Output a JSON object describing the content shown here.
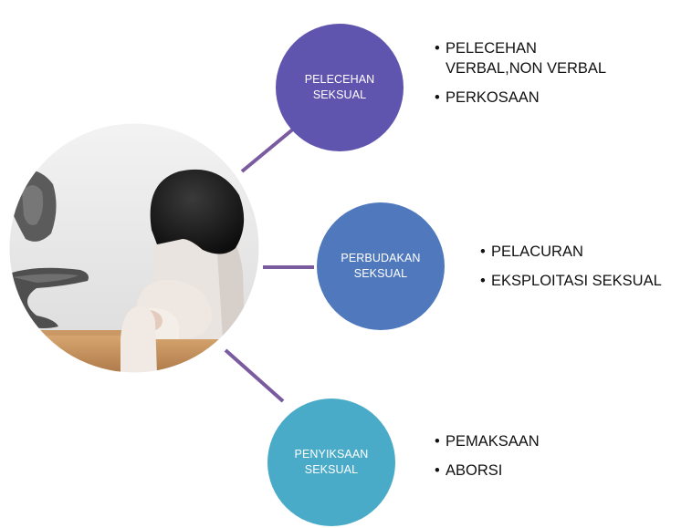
{
  "colors": {
    "node_1": "#6055AE",
    "node_2": "#5079BD",
    "node_3": "#4AABC9",
    "connector": "#7A5B9F",
    "bullet_text": "#111111"
  },
  "photo": {
    "icon": "photo-hands-child-circle"
  },
  "nodes": [
    {
      "label": "PELECEHAN\nSEKSUAL",
      "bullets": [
        "PELECEHAN\nVERBAL,NON VERBAL",
        "PERKOSAAN"
      ]
    },
    {
      "label": "PERBUDAKAN\nSEKSUAL",
      "bullets": [
        "PELACURAN",
        "EKSPLOITASI SEKSUAL"
      ]
    },
    {
      "label": "PENYIKSAAN\nSEKSUAL",
      "bullets": [
        "PEMAKSAAN",
        "ABORSI"
      ]
    }
  ]
}
